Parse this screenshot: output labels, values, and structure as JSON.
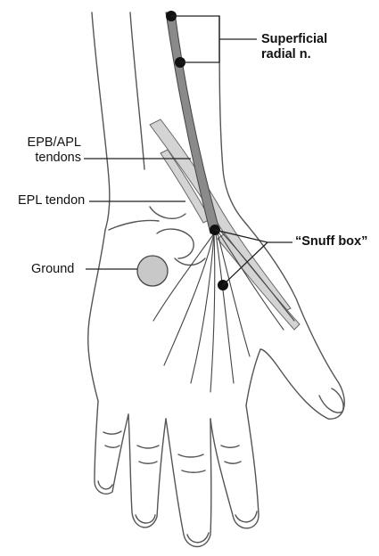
{
  "labels": {
    "superficial_radial_line1": "Superficial",
    "superficial_radial_line2": "radial n.",
    "epb_apl_line1": "EPB/APL",
    "epb_apl_line2": "tendons",
    "epl_tendon": "EPL tendon",
    "ground": "Ground",
    "snuff_box": "“Snuff box”"
  },
  "colors": {
    "outline": "#555555",
    "nerve_fill": "#8a8a8a",
    "tendon_fill": "#d4d4d4",
    "electrode": "#111111",
    "ground_fill": "#c8c8c8",
    "leader": "#222222"
  }
}
